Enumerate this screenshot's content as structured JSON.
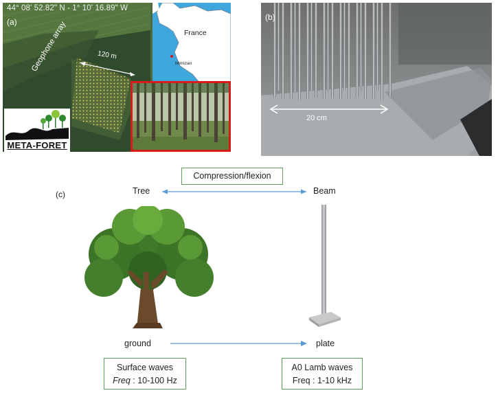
{
  "panel_a": {
    "label": "(a)",
    "coordinates": "44° 08' 52.82\" N -  1° 10' 16.89\" W",
    "distance": "120 m",
    "array_label": "Geophone array",
    "map_country": "France",
    "map_town": "Mimizan",
    "logo_text": "META-FORET"
  },
  "panel_b": {
    "label": "(b)",
    "scale": "20 cm"
  },
  "panel_c": {
    "label": "(c)",
    "box_top": "Compression/flexion",
    "tree": "Tree",
    "beam": "Beam",
    "ground": "ground",
    "plate": "plate",
    "box_left": {
      "line1": "Surface waves",
      "freq_label": "Freq",
      "freq_value": " : 10-100 Hz"
    },
    "box_right": {
      "line1": "A0 Lamb waves",
      "line2": "Freq : 1-10 kHz"
    }
  },
  "colors": {
    "arrow": "#5b9bd5",
    "box_border": "#5aa05a",
    "photo_border": "#d91a1a",
    "grid": "#e0e070"
  }
}
